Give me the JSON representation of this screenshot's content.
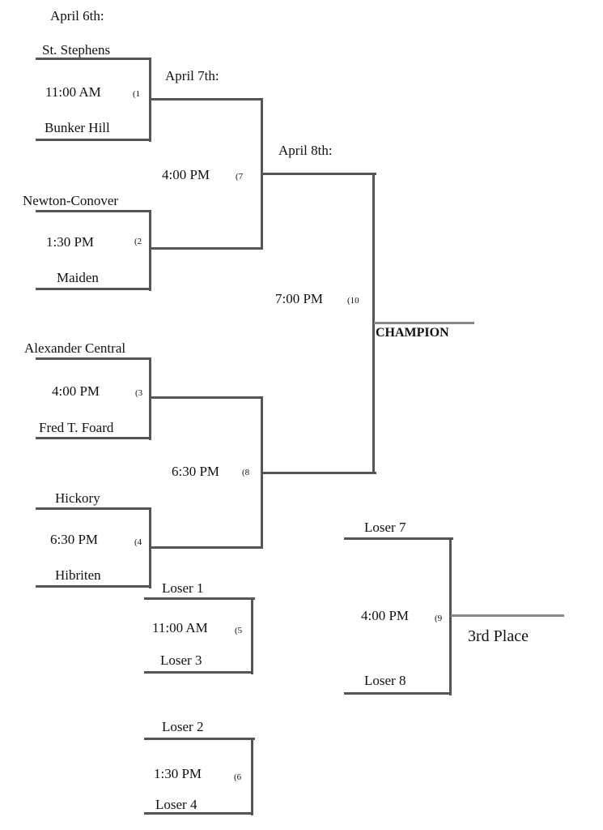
{
  "dates": {
    "day1": "April 6th:",
    "day2": "April 7th:",
    "day3": "April 8th:"
  },
  "games": {
    "g1": {
      "top": "St. Stephens",
      "time": "11:00 AM",
      "num": "(1",
      "bottom": "Bunker Hill"
    },
    "g2": {
      "top": "Newton-Conover",
      "time": "1:30 PM",
      "num": "(2",
      "bottom": "Maiden"
    },
    "g3": {
      "top": "Alexander Central",
      "time": "4:00 PM",
      "num": "(3",
      "bottom": "Fred T. Foard"
    },
    "g4": {
      "top": "Hickory",
      "time": "6:30 PM",
      "num": "(4",
      "bottom": "Hibriten"
    },
    "g5": {
      "top": "Loser 1",
      "time": "11:00 AM",
      "num": "(5",
      "bottom": "Loser 3"
    },
    "g6": {
      "top": "Loser 2",
      "time": "1:30 PM",
      "num": "(6",
      "bottom": "Loser 4"
    },
    "g7": {
      "time": "4:00 PM",
      "num": "(7"
    },
    "g8": {
      "time": "6:30 PM",
      "num": "(8"
    },
    "g9": {
      "top": "Loser 7",
      "time": "4:00 PM",
      "num": "(9",
      "bottom": "Loser 8"
    },
    "g10": {
      "time": "7:00 PM",
      "num": "(10"
    }
  },
  "labels": {
    "champion": "CHAMPION",
    "third_place": "3rd Place"
  },
  "colors": {
    "line": "#555555",
    "text": "#111111"
  }
}
